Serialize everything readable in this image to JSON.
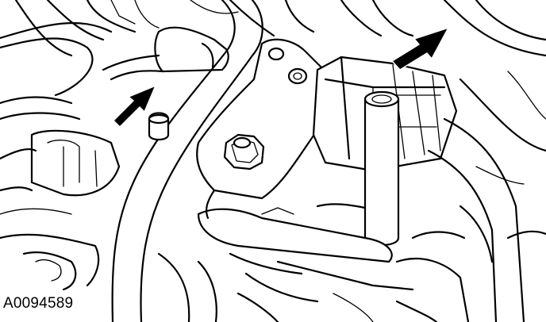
{
  "figure": {
    "id_label": "A0094589",
    "line_color": "#000000",
    "background_color": "#ffffff",
    "callouts": [
      {
        "name": "arrow-left",
        "icon": "callout-arrow-icon"
      },
      {
        "name": "arrow-right",
        "icon": "callout-arrow-icon"
      }
    ]
  }
}
